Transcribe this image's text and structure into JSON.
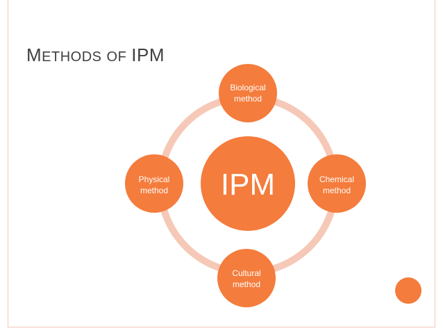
{
  "slide": {
    "title_first_letter": "M",
    "title_rest_word1": "ethods",
    "title_word2_first": "o",
    "title_word2_rest": "f",
    "title_word3": "IPM"
  },
  "diagram": {
    "center_label": "IPM",
    "nodes": [
      {
        "id": "top",
        "lines": [
          "Biological",
          "method"
        ]
      },
      {
        "id": "right",
        "lines": [
          "Chemical",
          "method"
        ]
      },
      {
        "id": "bottom",
        "lines": [
          "Cultural",
          "method"
        ]
      },
      {
        "id": "left",
        "lines": [
          "Physical",
          "method"
        ]
      }
    ]
  },
  "colors": {
    "node_fill": "#f47c3c",
    "ring": "#f6c8b7",
    "title": "#404040",
    "border": "#f2c6b8"
  }
}
